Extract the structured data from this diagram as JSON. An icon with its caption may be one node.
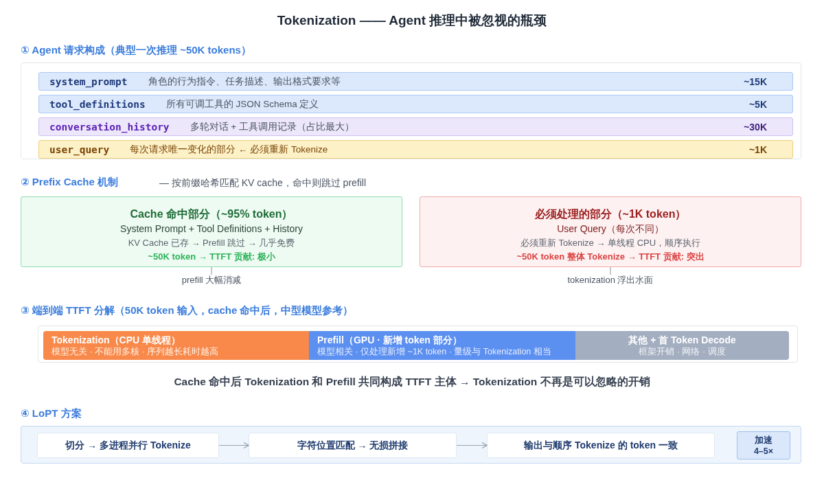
{
  "diagram": {
    "title": "Tokenization —— Agent 推理中被忽视的瓶颈",
    "nodes": [
      {
        "text": [
          "① Agent 请求构成（典型一次推理 ~50K tokens）"
        ]
      },
      {
        "text": [
          "system_prompt",
          "角色的行为指令、任务描述、输出格式要求等",
          "~15K"
        ],
        "in": 0
      },
      {
        "text": [
          "tool_definitions",
          "所有可调工具的 JSON Schema 定义",
          "~5K"
        ],
        "in": 0
      },
      {
        "text": [
          "conversation_history",
          "多轮对话 + 工具调用记录（占比最大）",
          "~30K"
        ],
        "in": 0
      },
      {
        "text": [
          "user_query",
          "每次请求唯一变化的部分 ← 必须重新 Tokenize",
          "~1K"
        ],
        "in": 0
      },
      {
        "text": [
          "Cache 命中部分（~95% token）",
          "System Prompt + Tool Definitions + History",
          "KV Cache 已存 → Prefill 跳过 → 几乎免费",
          "~50K token → TTFT 贡献: 极小"
        ]
      },
      {
        "text": [
          "prefill 大幅消减"
        ]
      },
      {
        "text": [
          "必须处理的部分（~1K token）",
          "User Query（每次不同）",
          "必须重新 Tokenize → 单线程 CPU，顺序执行",
          "~50K token 整体 Tokenize → TTFT 贡献: 突出"
        ]
      },
      {
        "text": [
          "tokenization 浮出水面"
        ]
      },
      {
        "text": [
          "③ 端到端 TTFT 分解（50K token 输入，cache 命中后，中型模型参考）"
        ]
      },
      {
        "text": [
          "Tokenization（CPU 单线程）",
          "模型无关 · 不能用多核 · 序列越长耗时越高"
        ],
        "in": 9
      },
      {
        "text": [
          "Prefill（GPU · 新增 token 部分）",
          "模型相关 · 仅处理新增 ~1K token · 量级与 Tokenization 相当"
        ],
        "in": 9
      },
      {
        "text": [
          "其他 + 首 Token Decode",
          "框架开销 · 网络 · 调度"
        ],
        "in": 9
      },
      {
        "text": [
          "④ LoPT 方案"
        ]
      },
      {
        "text": [
          "切分 → 多进程并行 Tokenize"
        ],
        "in": 13
      },
      {
        "text": [
          "字符位置匹配 → 无损拼接"
        ],
        "in": 13
      },
      {
        "text": [
          "输出与顺序 Tokenize 的 token 一致"
        ],
        "in": 13
      },
      {
        "text": [
          "加速 4–5×"
        ],
        "in": 13
      }
    ],
    "edges": [
      {
        "from": 5,
        "to": 6,
        "arrow": "none"
      },
      {
        "from": 7,
        "to": 8,
        "arrow": "none"
      },
      {
        "from": 14,
        "to": 15,
        "arrow": "to"
      },
      {
        "from": 15,
        "to": 16,
        "arrow": "to"
      }
    ],
    "labels": [
      "② Prefix Cache 机制",
      "— 按前缀哈希匹配 KV cache，命中则跳过 prefill",
      "Cache 命中后 Tokenization 和 Prefill 共同构成 TTFT 主体 → Tokenization 不再是可以忽略的开销"
    ]
  }
}
